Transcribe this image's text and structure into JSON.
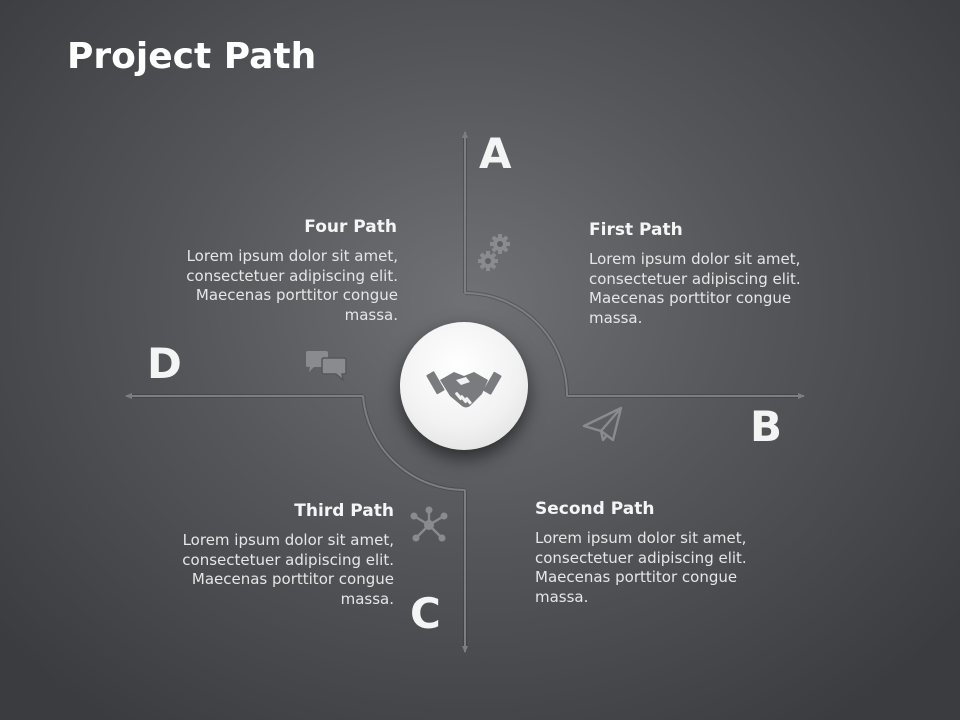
{
  "title": "Project Path",
  "letters": {
    "a": "A",
    "b": "B",
    "c": "C",
    "d": "D"
  },
  "paths": {
    "first": {
      "heading": "First Path",
      "body": "Lorem ipsum dolor sit amet, consectetuer adipiscing elit. Maecenas porttitor congue massa."
    },
    "second": {
      "heading": "Second Path",
      "body": "Lorem ipsum dolor sit amet, consectetuer adipiscing elit. Maecenas porttitor congue massa."
    },
    "third": {
      "heading": "Third Path",
      "body": "Lorem ipsum dolor sit amet, consectetuer adipiscing elit. Maecenas porttitor congue massa."
    },
    "four": {
      "heading": "Four Path",
      "body": "Lorem ipsum dolor sit amet, consectetuer adipiscing elit. Maecenas porttitor congue massa."
    }
  },
  "icons": {
    "center": "handshake-icon",
    "first": "gears-icon",
    "second": "paper-plane-icon",
    "third": "network-icon",
    "four": "chat-bubbles-icon"
  },
  "colors": {
    "background": "#55575b",
    "line": "#7d7e82",
    "text": "#f5f5f5",
    "icon": "#8a8b8f"
  }
}
